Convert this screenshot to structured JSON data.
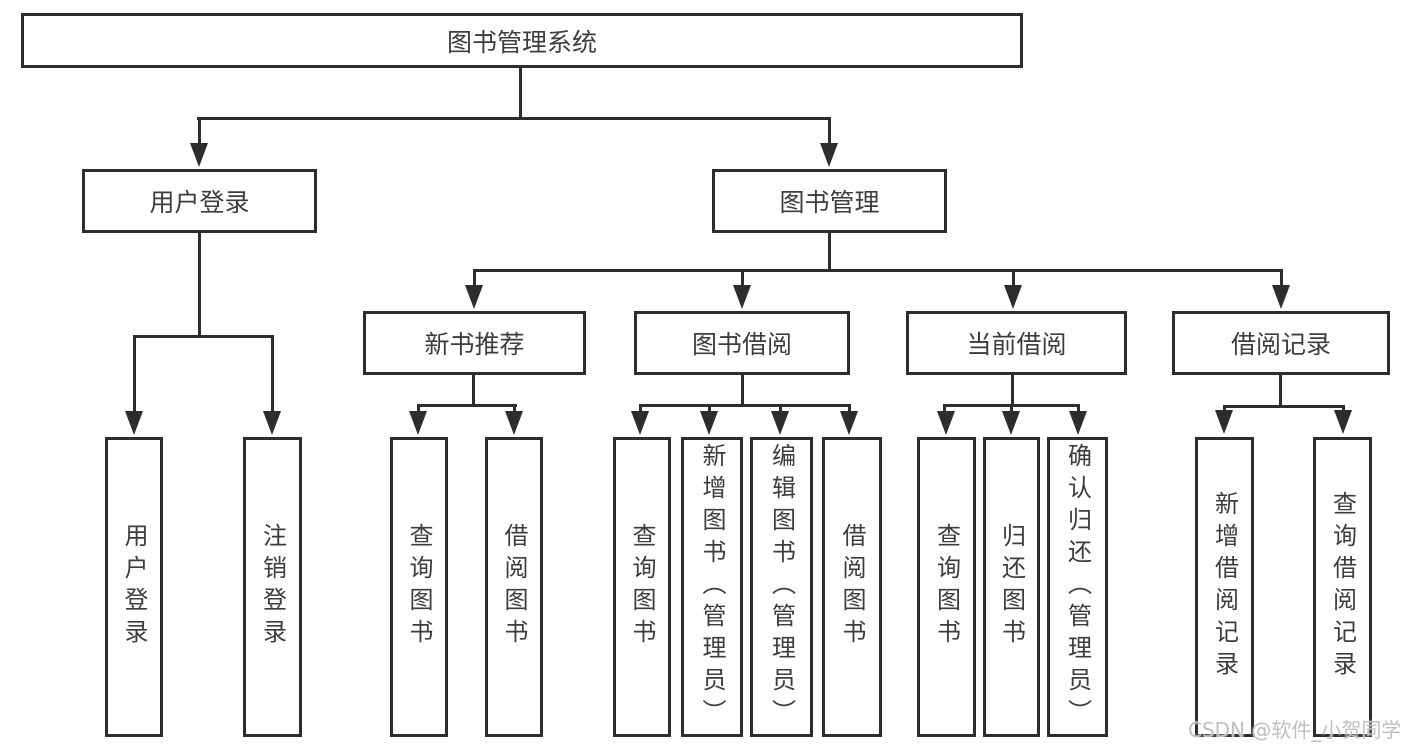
{
  "nodes": {
    "root": "图书管理系统",
    "level2": {
      "user_login": "用户登录",
      "book_mgmt": "图书管理"
    },
    "level3": {
      "new_books": "新书推荐",
      "borrowing": "图书借阅",
      "current": "当前借阅",
      "records": "借阅记录"
    },
    "leaves": {
      "login": [
        "用户登录",
        "注销登录"
      ],
      "recommend": [
        "查询图书",
        "借阅图书"
      ],
      "borrow": [
        "查询图书",
        "新增图书（管理员）",
        "编辑图书（管理员）",
        "借阅图书"
      ],
      "current": [
        "查询图书",
        "归还图书",
        "确认归还（管理员）"
      ],
      "records": [
        "新增借阅记录",
        "查询借阅记录"
      ]
    }
  },
  "watermark": "CSDN @软件_小贺同学",
  "colors": {
    "line": "#2d2d2d",
    "text": "#3d3d3d",
    "box_fill": "#ffffff",
    "background": "#ffffff",
    "watermark": "#bfbfbf"
  }
}
